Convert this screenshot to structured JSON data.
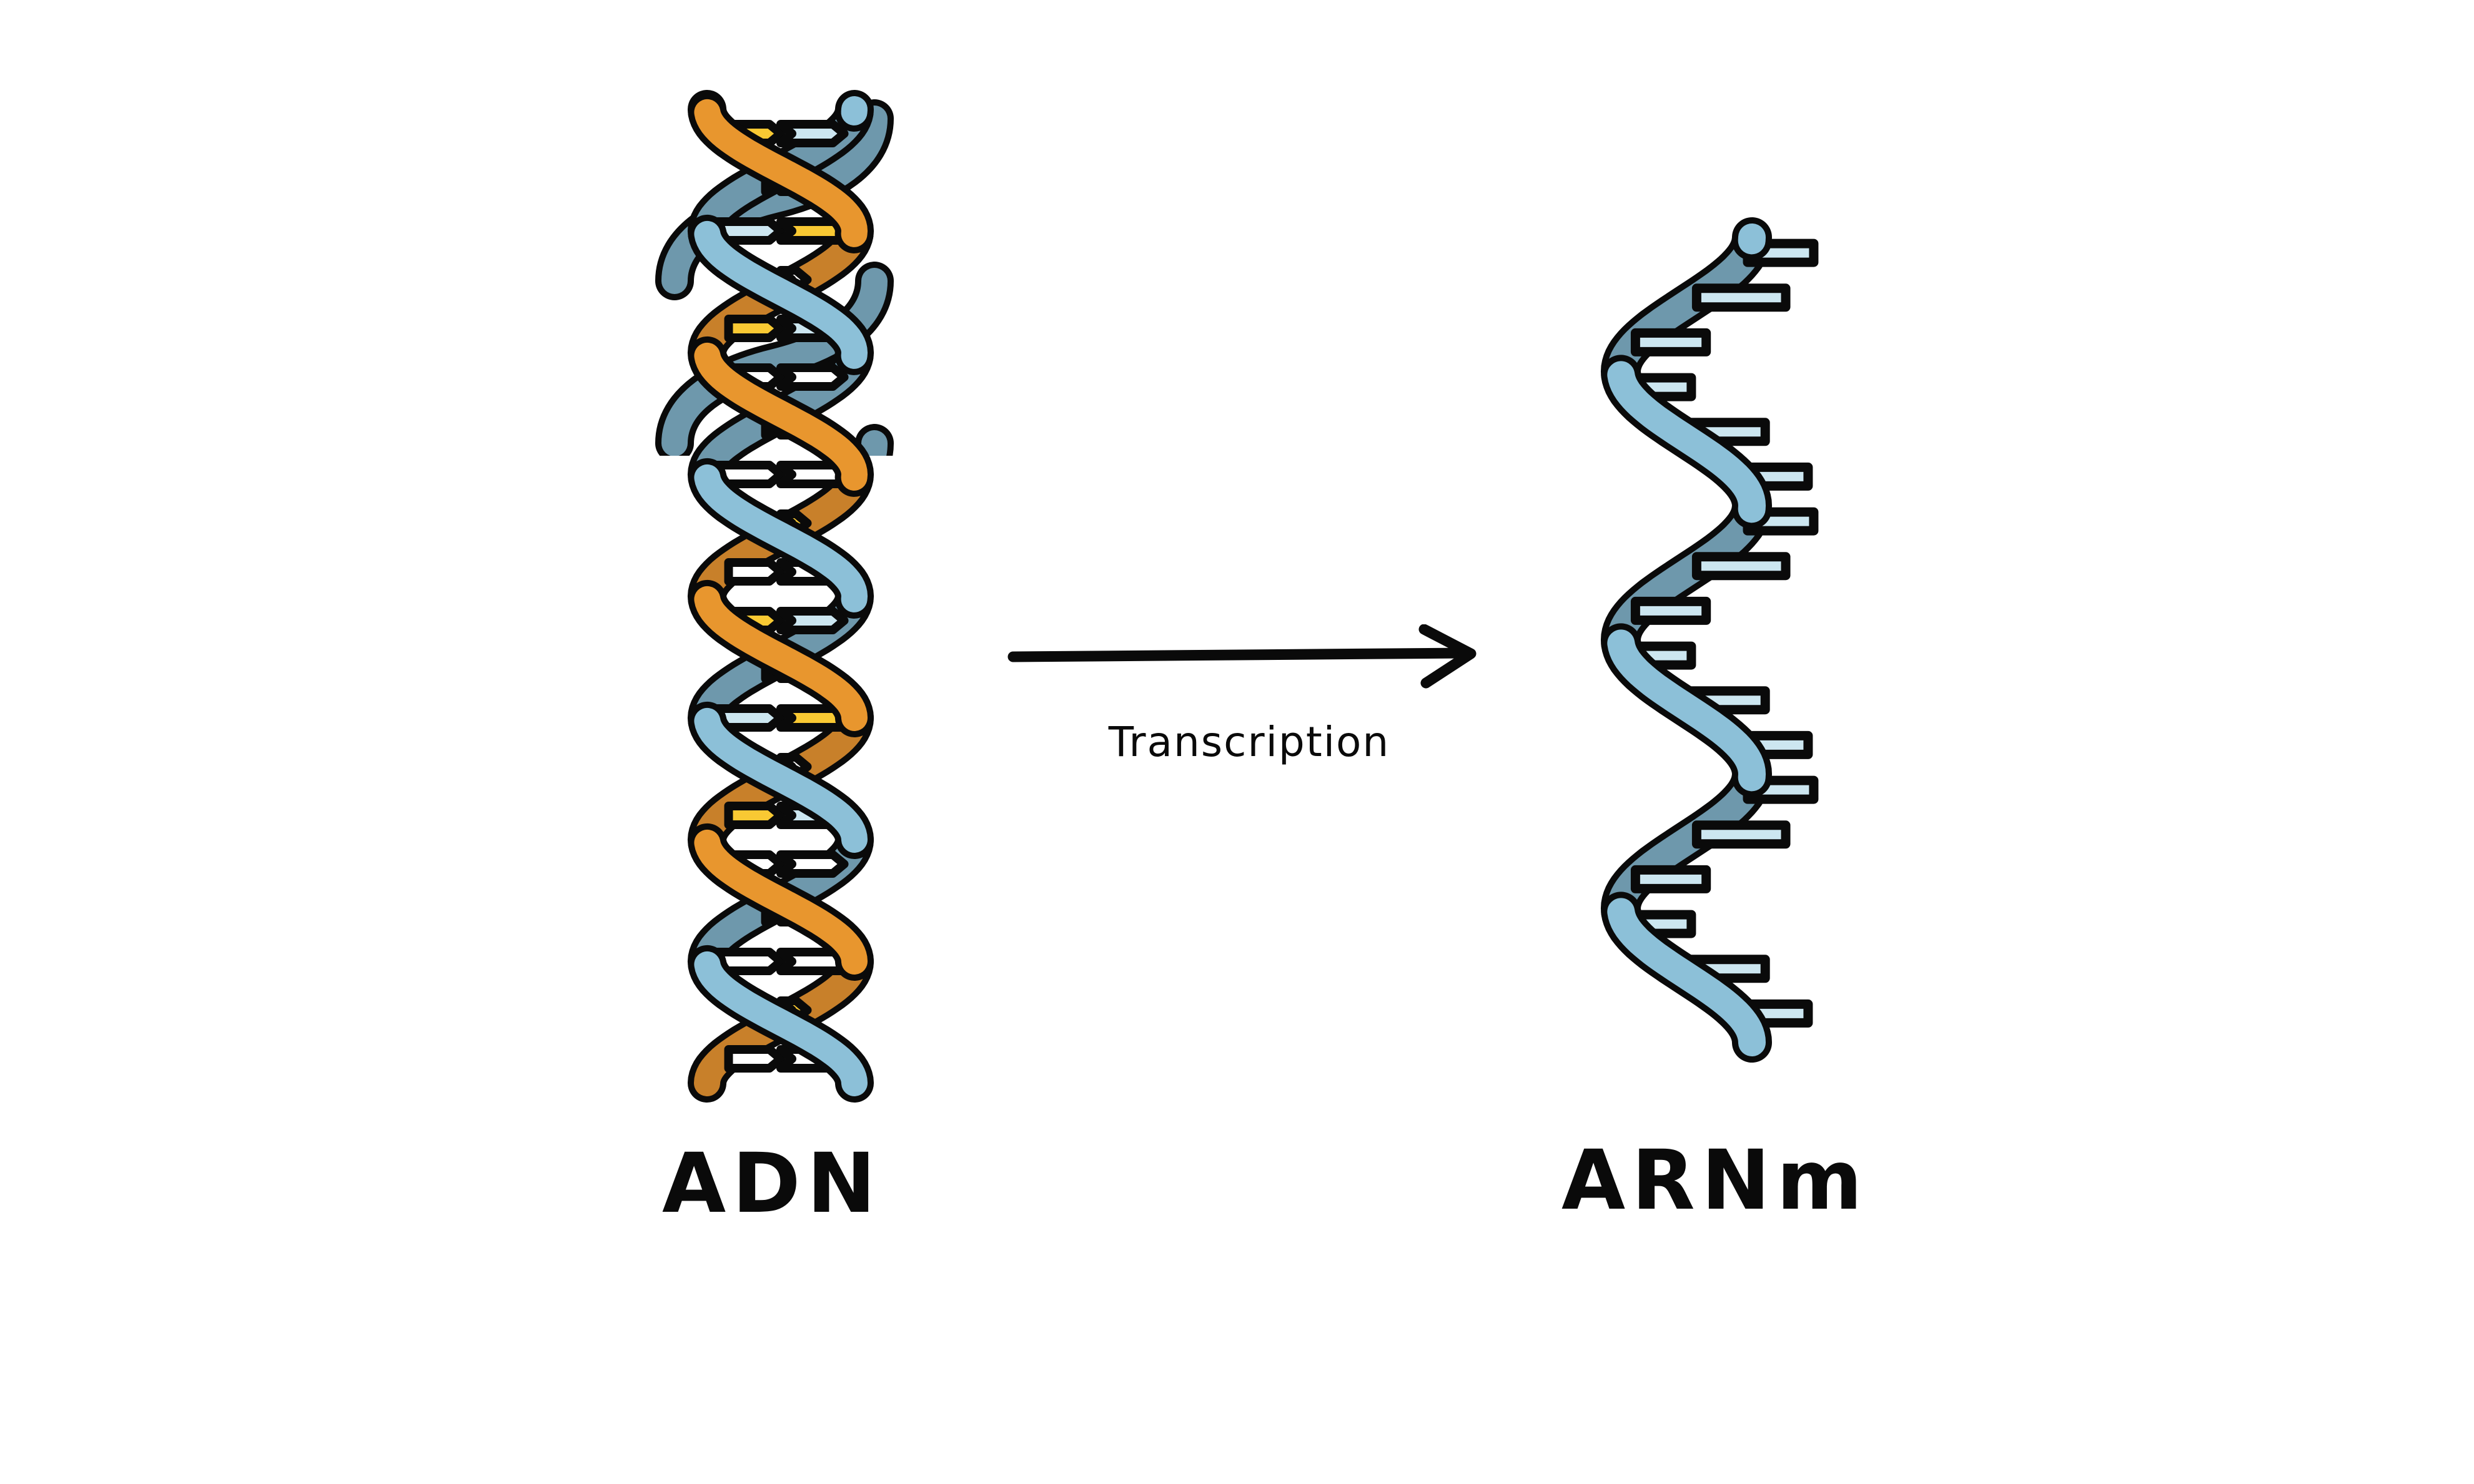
{
  "diagram": {
    "title_implicit": "DNA transcription to messenger RNA",
    "background_color": "#FFFFFF",
    "outline_color": "#0A0A0A"
  },
  "dna": {
    "caption": "ADN",
    "strand_a_color": "#8CC0D8",
    "strand_a_back_color": "#6E98AC",
    "strand_b_color": "#E8962E",
    "strand_b_back_color": "#C8802A",
    "base_left_color": "#CCE6F0",
    "base_right_color": "#F9C933",
    "turns": 4,
    "rungs_per_turn": 5,
    "icon": "dna-double-helix-icon"
  },
  "transcription": {
    "arrow_label": "Transcription",
    "arrow_icon": "right-arrow-icon",
    "arrow_color": "#0A0A0A",
    "direction": "left-to-right"
  },
  "mrna": {
    "caption": "ARNm",
    "strand_color": "#8CC0D8",
    "strand_back_color": "#6E98AC",
    "base_color": "#CCE6F0",
    "turns": 3,
    "icon": "rna-single-strand-icon"
  }
}
